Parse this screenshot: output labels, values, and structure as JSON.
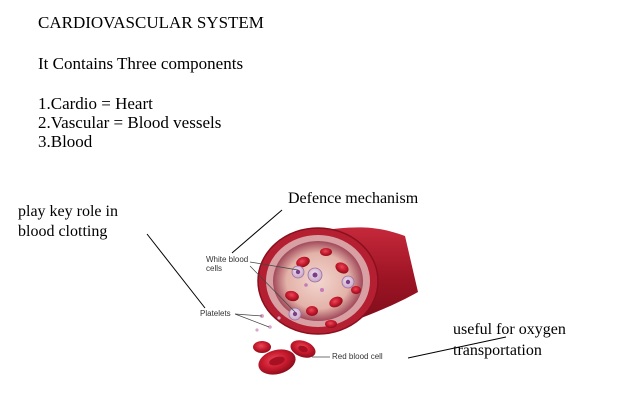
{
  "title": "CARDIOVASCULAR SYSTEM",
  "subtitle": "It Contains Three components",
  "components": [
    "1.Cardio = Heart",
    "2.Vascular = Blood vessels",
    "3.Blood"
  ],
  "annotations": {
    "defence": "Defence mechanism",
    "clotting_line1": "play key role in",
    "clotting_line2": "blood clotting",
    "oxygen_line1": "useful for oxygen",
    "oxygen_line2": "transportation"
  },
  "figure_labels": {
    "wbc_line1": "White blood",
    "wbc_line2": "cells",
    "platelets": "Platelets",
    "rbc": "Red blood cell"
  }
}
